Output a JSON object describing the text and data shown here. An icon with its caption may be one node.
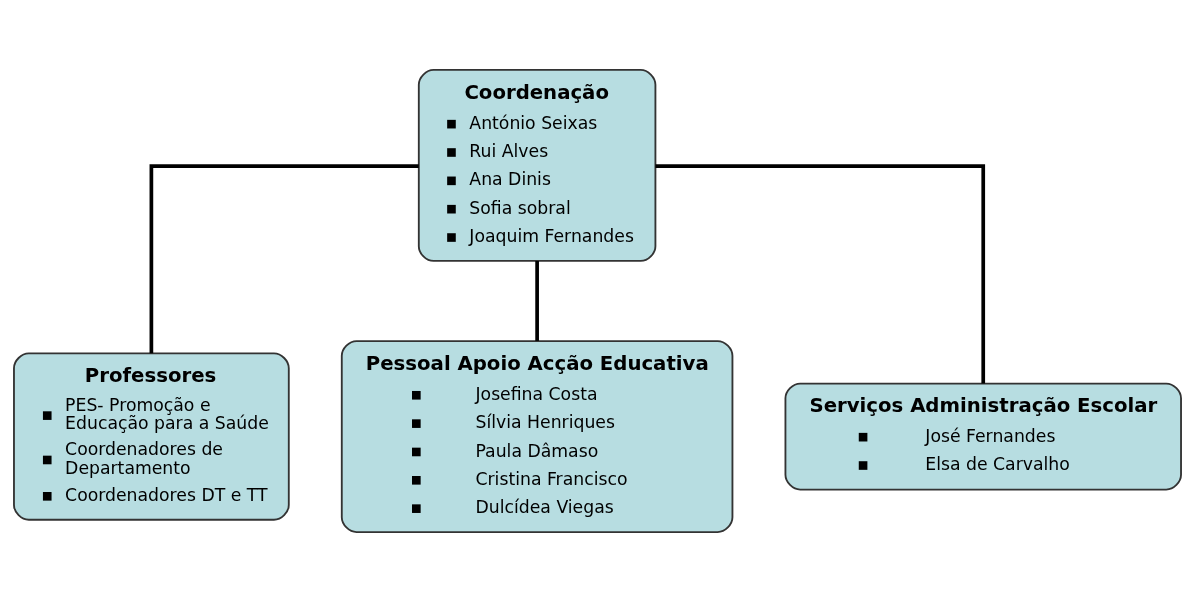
{
  "diagram": {
    "nodes": [
      {
        "text": [
          "Coordenação",
          "António Seixas",
          "Rui Alves",
          "Ana Dinis",
          "Sofia sobral",
          "Joaquim Fernandes"
        ]
      },
      {
        "text": [
          "Professores",
          "PES- Promoção e Educação para a Saúde",
          "Coordenadores de Departamento",
          "Coordenadores DT e TT"
        ]
      },
      {
        "text": [
          "Pessoal Apoio Acção Educativa",
          "Josefina Costa",
          "Sílvia Henriques",
          "Paula Dâmaso",
          "Cristina Francisco",
          "Dulcídea Viegas"
        ]
      },
      {
        "text": [
          "Serviços Administração Escolar",
          "José Fernandes",
          "Elsa de Carvalho"
        ]
      }
    ],
    "edges": [
      {
        "from": 0,
        "to": 1,
        "arrow": "none"
      },
      {
        "from": 0,
        "to": 2,
        "arrow": "none"
      },
      {
        "from": 0,
        "to": 3,
        "arrow": "none"
      }
    ]
  }
}
